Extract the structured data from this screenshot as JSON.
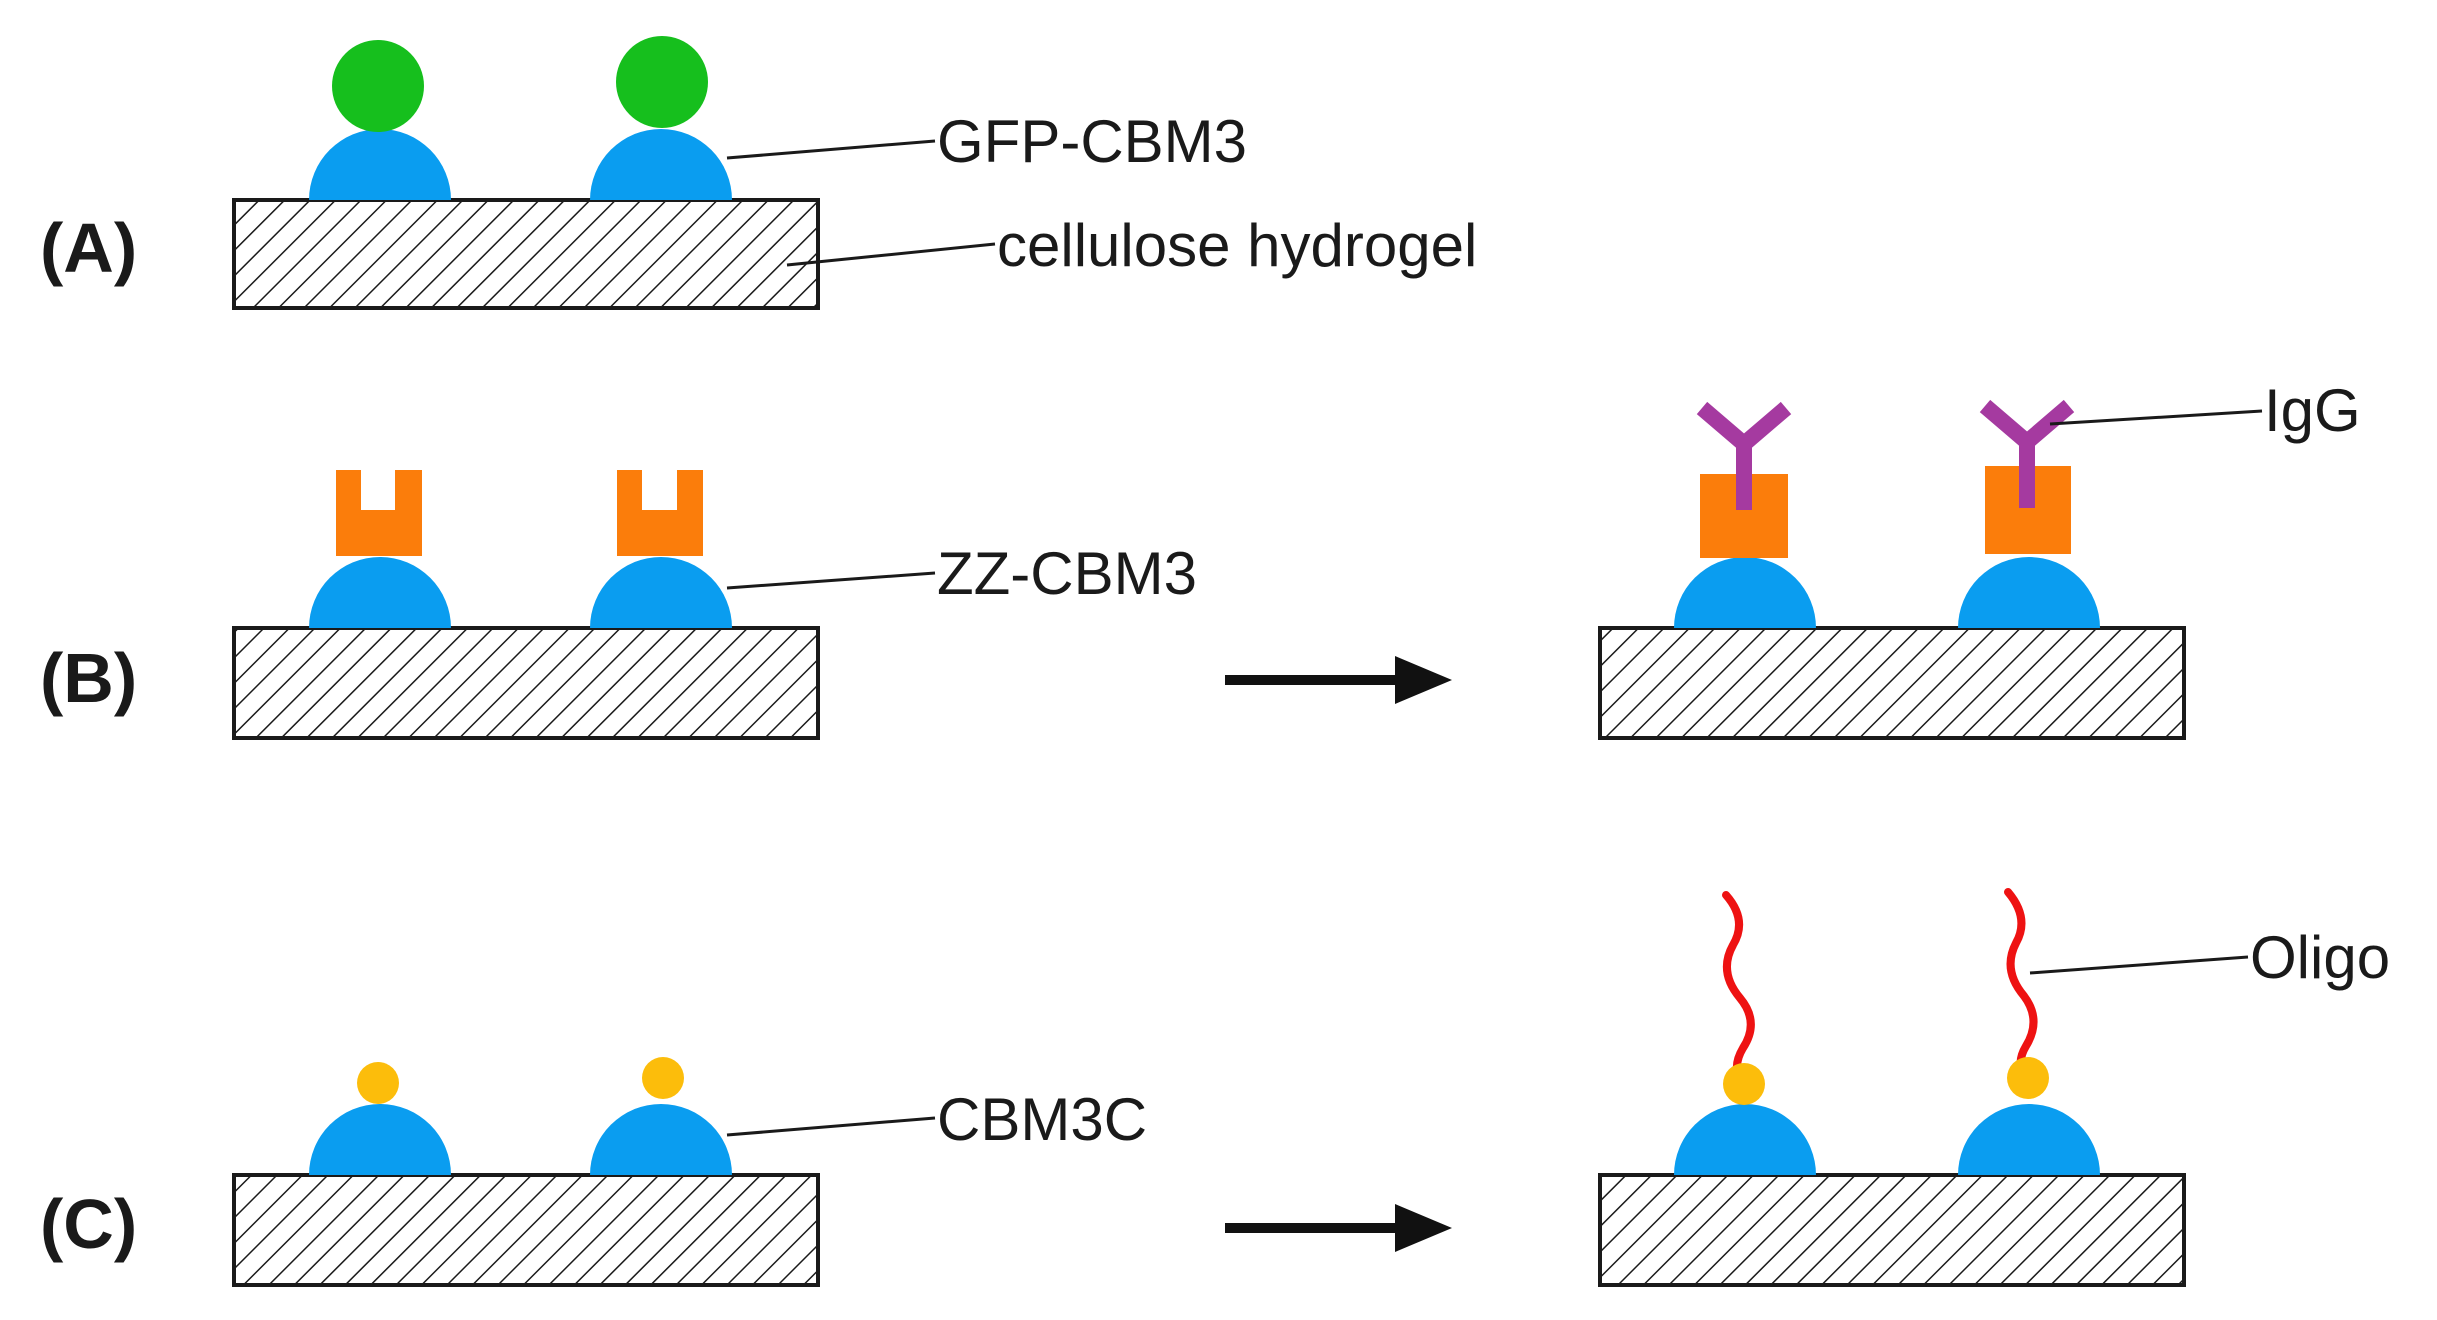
{
  "colors": {
    "cbm": "#0a9df0",
    "gfp": "#16bf1d",
    "zz": "#fb7d0b",
    "igg": "#a53aa0",
    "cbm3c_ligand": "#fcbd0b",
    "oligo": "#ee1212",
    "outline": "#1a1a1a"
  },
  "panels": {
    "a": {
      "label": "(A)"
    },
    "b": {
      "label": "(B)"
    },
    "c": {
      "label": "(C)"
    }
  },
  "labels": {
    "gfp_cbm3": "GFP-CBM3",
    "cellulose_hydrogel": "cellulose hydrogel",
    "zz_cbm3": "ZZ-CBM3",
    "igg": "IgG",
    "cbm3c": "CBM3C",
    "oligo": "Oligo"
  }
}
